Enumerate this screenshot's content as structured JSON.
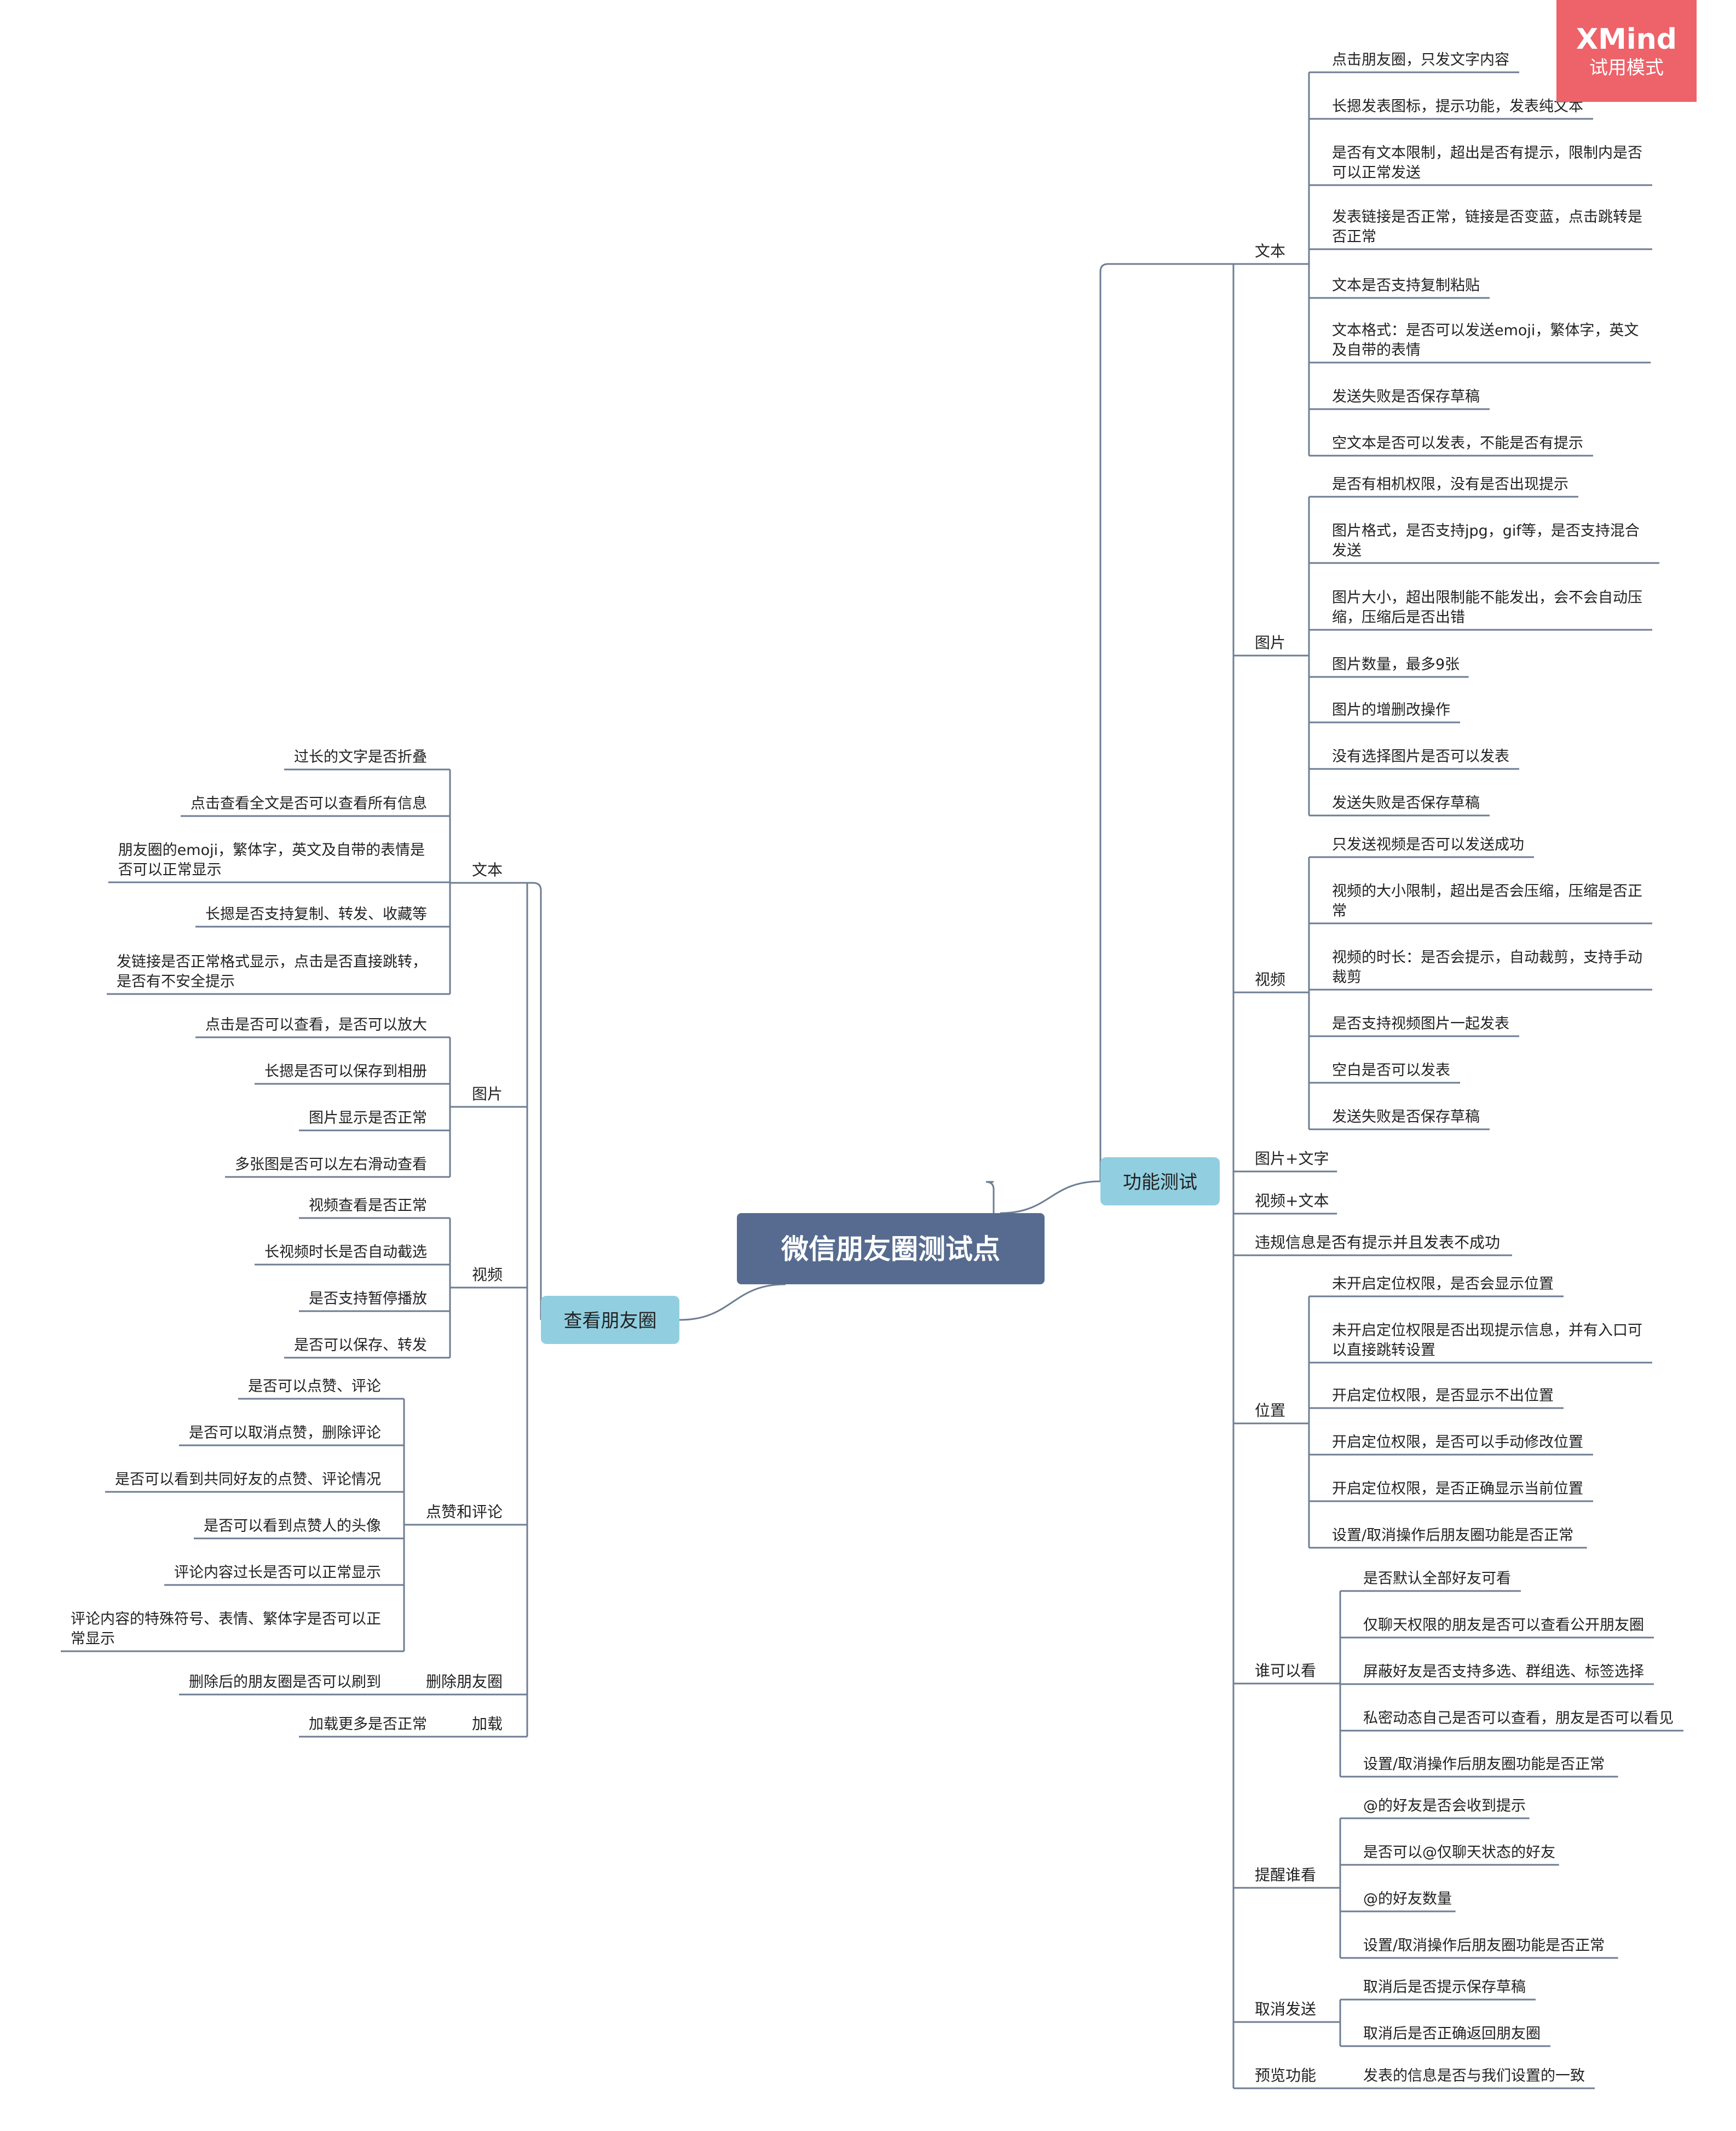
{
  "badge": {
    "brand": "XMind",
    "mode": "试用模式"
  },
  "colors": {
    "root_bg": "#566b8f",
    "root_text": "#ffffff",
    "l1_bg": "#91cfe0",
    "line": "#6e7d93",
    "badge_bg": "#ee6269"
  },
  "root": {
    "label": "微信朋友圈测试点"
  },
  "right": {
    "label": "功能测试",
    "groups": [
      {
        "label": "文本",
        "items": [
          {
            "text": "点击朋友圈，只发文字内容"
          },
          {
            "text": "长摁发表图标，提示功能，发表纯文本"
          },
          {
            "text": "是否有文本限制，超出是否有提示，限制内是否\n可以正常发送"
          },
          {
            "text": "发表链接是否正常，链接是否变蓝，点击跳转是\n否正常"
          },
          {
            "text": "文本是否支持复制粘贴"
          },
          {
            "text": "文本格式：是否可以发送emoji，繁体字，英文\n及自带的表情"
          },
          {
            "text": "发送失败是否保存草稿"
          },
          {
            "text": "空文本是否可以发表，不能是否有提示"
          }
        ]
      },
      {
        "label": "图片",
        "items": [
          {
            "text": "是否有相机权限，没有是否出现提示"
          },
          {
            "text": "图片格式，是否支持jpg，gif等，是否支持混合\n发送"
          },
          {
            "text": "图片大小，超出限制能不能发出，会不会自动压\n缩，压缩后是否出错"
          },
          {
            "text": "图片数量，最多9张"
          },
          {
            "text": "图片的增删改操作"
          },
          {
            "text": "没有选择图片是否可以发表"
          },
          {
            "text": "发送失败是否保存草稿"
          }
        ]
      },
      {
        "label": "视频",
        "items": [
          {
            "text": "只发送视频是否可以发送成功"
          },
          {
            "text": "视频的大小限制，超出是否会压缩，压缩是否正\n常"
          },
          {
            "text": "视频的时长：是否会提示，自动裁剪，支持手动\n裁剪"
          },
          {
            "text": "是否支持视频图片一起发表"
          },
          {
            "text": "空白是否可以发表"
          },
          {
            "text": "发送失败是否保存草稿"
          }
        ]
      },
      {
        "label": "图片+文字",
        "items": []
      },
      {
        "label": "视频+文本",
        "items": []
      },
      {
        "label": "违规信息是否有提示并且发表不成功",
        "items": []
      },
      {
        "label": "位置",
        "items": [
          {
            "text": "未开启定位权限，是否会显示位置"
          },
          {
            "text": "未开启定位权限是否出现提示信息，并有入口可\n以直接跳转设置"
          },
          {
            "text": "开启定位权限，是否显示不出位置"
          },
          {
            "text": "开启定位权限，是否可以手动修改位置"
          },
          {
            "text": "开启定位权限，是否正确显示当前位置"
          },
          {
            "text": "设置/取消操作后朋友圈功能是否正常"
          }
        ]
      },
      {
        "label": "谁可以看",
        "items": [
          {
            "text": "是否默认全部好友可看"
          },
          {
            "text": "仅聊天权限的朋友是否可以查看公开朋友圈"
          },
          {
            "text": "屏蔽好友是否支持多选、群组选、标签选择"
          },
          {
            "text": "私密动态自己是否可以查看，朋友是否可以看见"
          },
          {
            "text": "设置/取消操作后朋友圈功能是否正常"
          }
        ]
      },
      {
        "label": "提醒谁看",
        "items": [
          {
            "text": "@的好友是否会收到提示"
          },
          {
            "text": "是否可以@仅聊天状态的好友"
          },
          {
            "text": "@的好友数量"
          },
          {
            "text": "设置/取消操作后朋友圈功能是否正常"
          }
        ]
      },
      {
        "label": "取消发送",
        "items": [
          {
            "text": "取消后是否提示保存草稿"
          },
          {
            "text": "取消后是否正确返回朋友圈"
          }
        ]
      },
      {
        "label": "预览功能",
        "items": [
          {
            "text": "发表的信息是否与我们设置的一致"
          }
        ]
      }
    ]
  },
  "left": {
    "label": "查看朋友圈",
    "groups": [
      {
        "label": "文本",
        "items": [
          {
            "text": "过长的文字是否折叠"
          },
          {
            "text": "点击查看全文是否可以查看所有信息"
          },
          {
            "text": "朋友圈的emoji，繁体字，英文及自带的表情是\n否可以正常显示"
          },
          {
            "text": "长摁是否支持复制、转发、收藏等"
          },
          {
            "text": "发链接是否正常格式显示，点击是否直接跳转，\n是否有不安全提示"
          }
        ]
      },
      {
        "label": "图片",
        "items": [
          {
            "text": "点击是否可以查看，是否可以放大"
          },
          {
            "text": "长摁是否可以保存到相册"
          },
          {
            "text": "图片显示是否正常"
          },
          {
            "text": "多张图是否可以左右滑动查看"
          }
        ]
      },
      {
        "label": "视频",
        "items": [
          {
            "text": "视频查看是否正常"
          },
          {
            "text": "长视频时长是否自动截选"
          },
          {
            "text": "是否支持暂停播放"
          },
          {
            "text": "是否可以保存、转发"
          }
        ]
      },
      {
        "label": "点赞和评论",
        "items": [
          {
            "text": "是否可以点赞、评论"
          },
          {
            "text": "是否可以取消点赞，删除评论"
          },
          {
            "text": "是否可以看到共同好友的点赞、评论情况"
          },
          {
            "text": "是否可以看到点赞人的头像"
          },
          {
            "text": "评论内容过长是否可以正常显示"
          },
          {
            "text": "评论内容的特殊符号、表情、繁体字是否可以正\n常显示"
          }
        ]
      },
      {
        "label": "删除朋友圈",
        "items": [
          {
            "text": "删除后的朋友圈是否可以刷到"
          }
        ]
      },
      {
        "label": "加载",
        "items": [
          {
            "text": "加载更多是否正常"
          }
        ]
      }
    ]
  }
}
